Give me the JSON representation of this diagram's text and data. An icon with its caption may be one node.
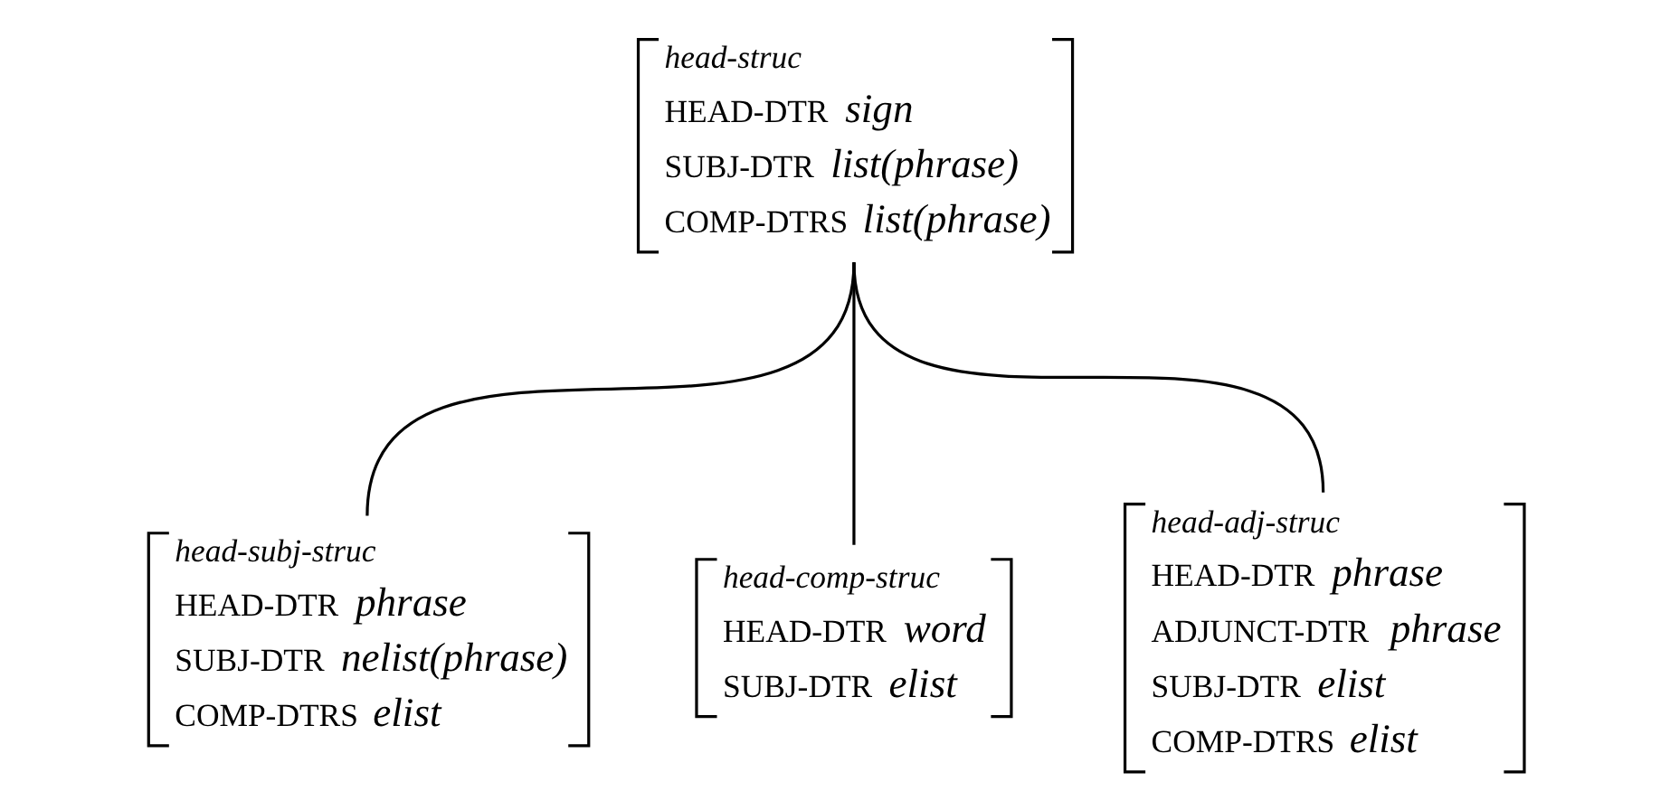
{
  "diagram": {
    "nodes": [
      {
        "text": [
          "head-struc",
          "HEAD-DTR sign",
          "SUBJ-DTR list(phrase)",
          "COMP-DTRS list(phrase)"
        ]
      },
      {
        "text": [
          "head-subj-struc",
          "HEAD-DTR phrase",
          "SUBJ-DTR nelist(phrase)",
          "COMP-DTRS elist"
        ]
      },
      {
        "text": [
          "head-comp-struc",
          "HEAD-DTR word",
          "SUBJ-DTR elist"
        ]
      },
      {
        "text": [
          "head-adj-struc",
          "HEAD-DTR phrase",
          "ADJUNCT-DTR phrase",
          "SUBJ-DTR elist",
          "COMP-DTRS elist"
        ]
      }
    ],
    "edges": [
      {
        "from": 0,
        "to": 1,
        "arrow": "none"
      },
      {
        "from": 0,
        "to": 2,
        "arrow": "none"
      },
      {
        "from": 0,
        "to": 3,
        "arrow": "none"
      }
    ]
  }
}
